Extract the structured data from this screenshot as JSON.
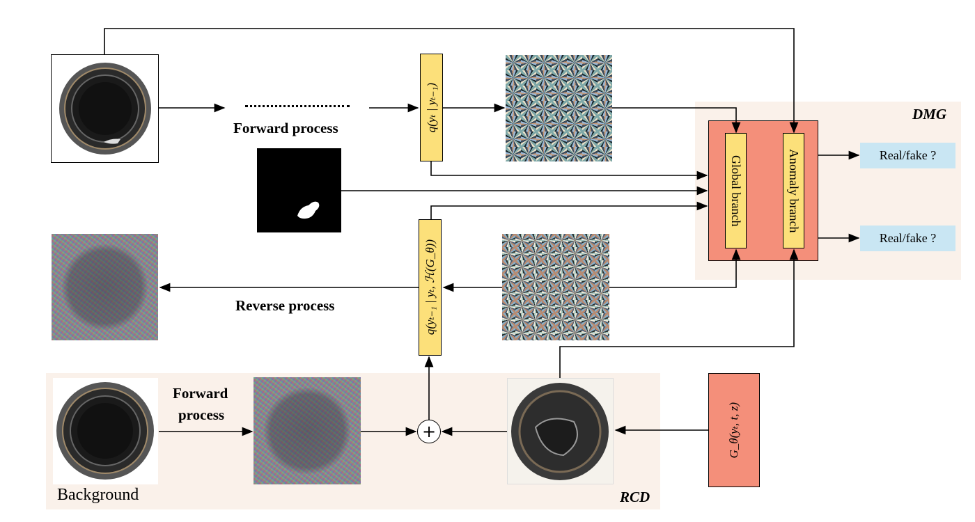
{
  "regions": {
    "dmg_label": "DMG",
    "rcd_label": "RCD"
  },
  "labels": {
    "forward_process_top": "Forward process",
    "forward_process_bottom_line1": "Forward",
    "forward_process_bottom_line2": "process",
    "reverse_process": "Reverse process",
    "background": "Background"
  },
  "boxes": {
    "q_forward": "q(yₜ | yₜ₋₁)",
    "q_reverse": "q(yₜ₋₁ | yₜ, ℋ(G_θ))",
    "global_branch": "Global branch",
    "anomaly_branch": "Anomaly branch",
    "generator": "G_θ(yₜ, t, z)",
    "plus": "+"
  },
  "outputs": {
    "real_fake_1": "Real/fake ?",
    "real_fake_2": "Real/fake ?"
  },
  "colors": {
    "yellow": "#fce07a",
    "salmon": "#f48f7a",
    "blue": "#c9e6f3",
    "region_bg": "#faf1ea"
  }
}
